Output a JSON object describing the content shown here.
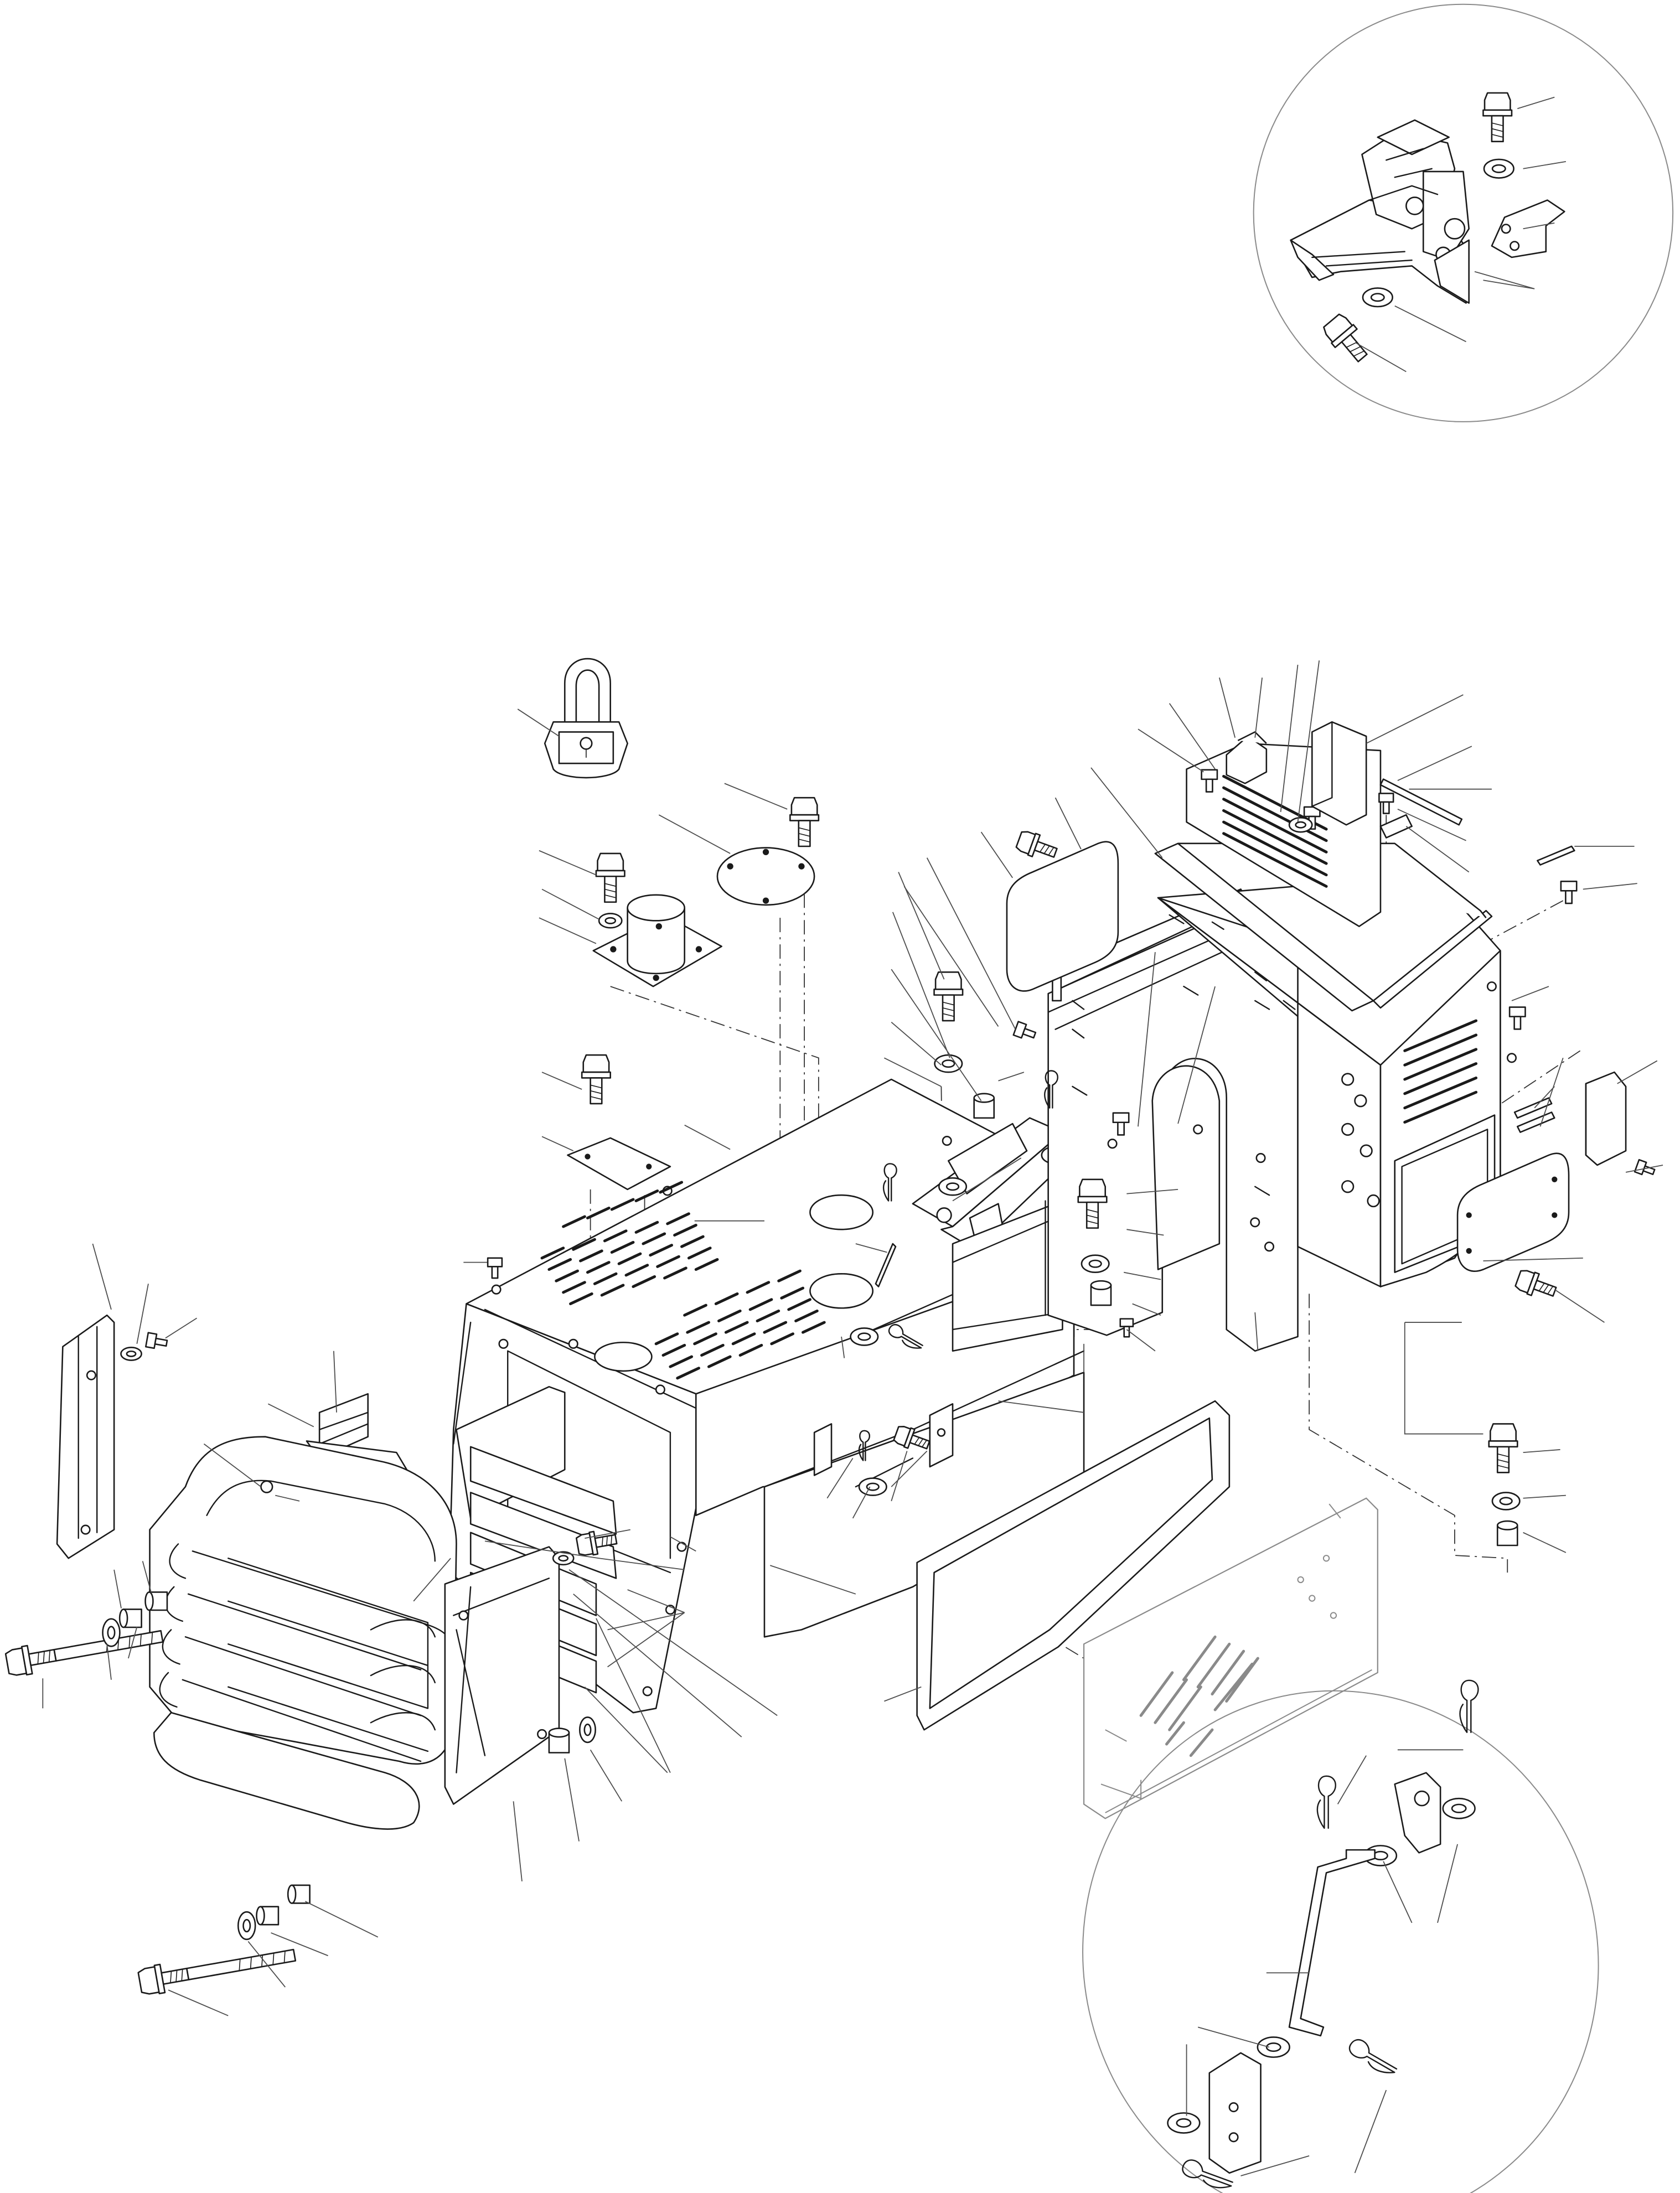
{
  "figure": {
    "kind": "exploded parts drawing",
    "colors": {
      "line": "#1a1a1a",
      "callout": "#4d4d4d",
      "detail-circle": "#8a8a8a",
      "background": "#ffffff"
    },
    "views": [
      "main-assembly",
      "latch-detail",
      "door-pin-detail"
    ]
  },
  "parts": [
    {
      "name": "padlock"
    },
    {
      "name": "top-cover-plate"
    },
    {
      "name": "filler-neck"
    },
    {
      "name": "access-cover"
    },
    {
      "name": "main-hood"
    },
    {
      "name": "radiator-grille"
    },
    {
      "name": "grille-side-panel"
    },
    {
      "name": "grille-mounting-strips"
    },
    {
      "name": "front-panel"
    },
    {
      "name": "inner-bulkhead"
    },
    {
      "name": "rear-enclosure"
    },
    {
      "name": "hinged-lid"
    },
    {
      "name": "side-inspection-cover"
    },
    {
      "name": "side-door-gasket"
    },
    {
      "name": "side-door"
    },
    {
      "name": "hood-latch"
    },
    {
      "name": "door-stay-rod"
    },
    {
      "name": "bolts-washers-spacers"
    },
    {
      "name": "cotter-pins"
    }
  ]
}
